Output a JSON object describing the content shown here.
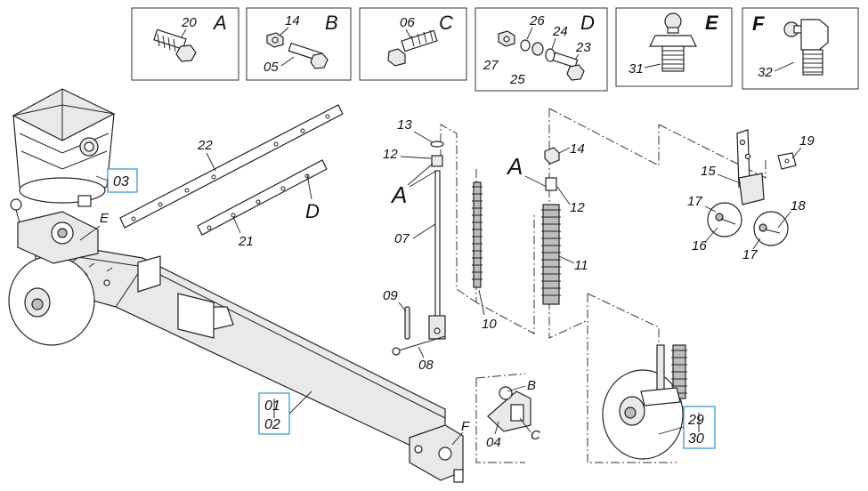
{
  "detail_boxes": [
    {
      "letter": "A",
      "parts": [
        "20"
      ]
    },
    {
      "letter": "B",
      "parts": [
        "14",
        "05"
      ]
    },
    {
      "letter": "C",
      "parts": [
        "06"
      ]
    },
    {
      "letter": "D",
      "parts": [
        "26",
        "24",
        "23",
        "27",
        "25"
      ]
    },
    {
      "letter": "E",
      "parts": [
        "31"
      ]
    },
    {
      "letter": "F",
      "parts": [
        "32"
      ]
    }
  ],
  "highlighted_refs": [
    {
      "lines": [
        "03"
      ]
    },
    {
      "lines": [
        "01",
        "02"
      ]
    },
    {
      "lines": [
        "29",
        "30"
      ]
    }
  ],
  "part_labels": {
    "p22": "22",
    "p21": "21",
    "pD": "D",
    "pE": "E",
    "p13": "13",
    "p12a": "12",
    "pA1": "A",
    "p07": "07",
    "p09": "09",
    "p08": "08",
    "p10": "10",
    "pA2": "A",
    "p14": "14",
    "p12b": "12",
    "p11": "11",
    "p19": "19",
    "p15": "15",
    "p17a": "17",
    "p16": "16",
    "p18": "18",
    "p17b": "17",
    "pB": "B",
    "p04": "04",
    "pC": "C",
    "pF": "F"
  },
  "colors": {
    "highlight_border": "#2f8fd0",
    "line": "#222222"
  }
}
